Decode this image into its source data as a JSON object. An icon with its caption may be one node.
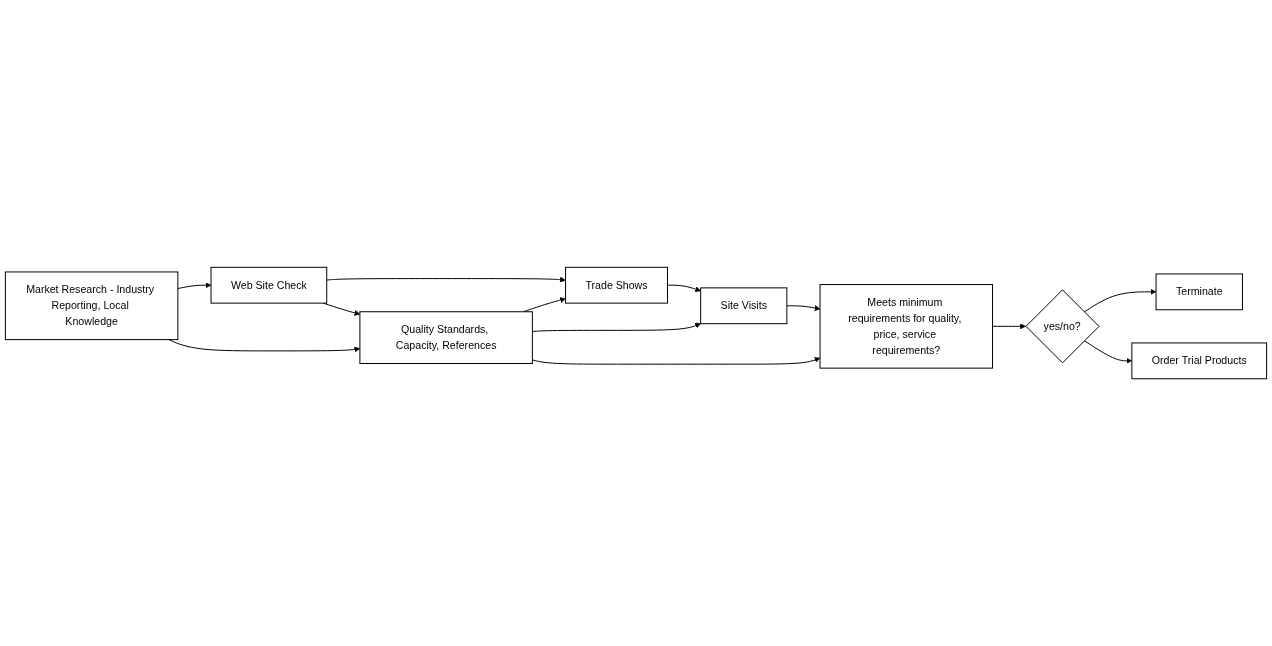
{
  "diagram": {
    "nodes": [
      {
        "text": [
          "Market Research - Industry Reporting, Local Knowledge"
        ]
      },
      {
        "text": [
          "Web Site Check"
        ]
      },
      {
        "text": [
          "Trade Shows"
        ]
      },
      {
        "text": [
          "Site Visits"
        ]
      },
      {
        "text": [
          "Quality Standards, Capacity, References"
        ]
      },
      {
        "text": [
          "Meets minimum requirements for quality, price, service requirements?"
        ]
      },
      {
        "text": [
          "yes/no?"
        ]
      },
      {
        "text": [
          "Terminate"
        ]
      },
      {
        "text": [
          "Order Trial Products"
        ]
      }
    ],
    "edges": [
      {
        "from": 0,
        "to": 1,
        "arrow": "to"
      },
      {
        "from": 1,
        "to": 2,
        "arrow": "to"
      },
      {
        "from": 2,
        "to": 3,
        "arrow": "to"
      },
      {
        "from": 1,
        "to": 4,
        "arrow": "to"
      },
      {
        "from": 0,
        "to": 4,
        "arrow": "to"
      },
      {
        "from": 4,
        "to": 2,
        "arrow": "to"
      },
      {
        "from": 4,
        "to": 3,
        "arrow": "to"
      },
      {
        "from": 4,
        "to": 5,
        "arrow": "to"
      },
      {
        "from": 3,
        "to": 5,
        "arrow": "to"
      },
      {
        "from": 5,
        "to": 6,
        "arrow": "to"
      },
      {
        "from": 6,
        "to": 7,
        "arrow": "to"
      },
      {
        "from": 6,
        "to": 8,
        "arrow": "to"
      }
    ]
  }
}
